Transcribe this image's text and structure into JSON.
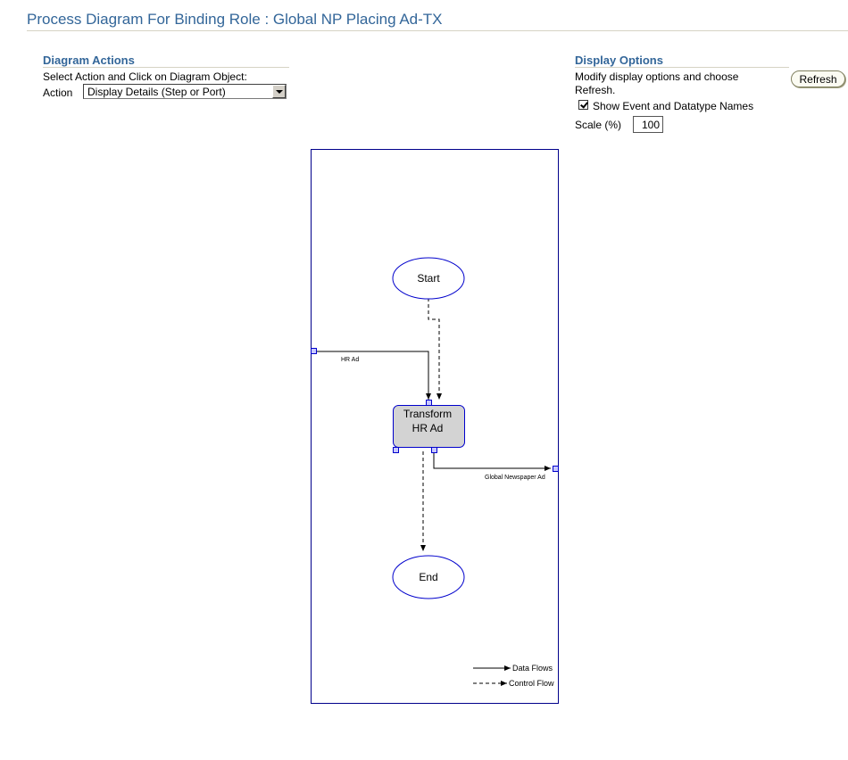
{
  "page": {
    "title": "Process Diagram For Binding Role : Global NP Placing Ad-TX"
  },
  "diagram_actions": {
    "header": "Diagram Actions",
    "instruction": "Select Action and Click on Diagram Object:",
    "action_label": "Action",
    "action_selected": "Display Details (Step or Port)"
  },
  "display_options": {
    "header": "Display Options",
    "description_line1": "Modify display options and choose",
    "description_line2": "Refresh.",
    "refresh_label": "Refresh",
    "show_names_label": "Show Event and Datatype Names",
    "show_names_checked": true,
    "scale_label": "Scale (%)",
    "scale_value": "100"
  },
  "diagram": {
    "nodes": {
      "start": "Start",
      "transform_line1": "Transform",
      "transform_line2": "HR Ad",
      "end": "End"
    },
    "flows": {
      "hr_ad": "HR Ad",
      "global_newspaper_ad": "Global Newspaper Ad"
    },
    "legend": {
      "data_flows": "Data Flows",
      "control_flow": "Control Flow"
    },
    "colors": {
      "frame": "#00008b",
      "node_fill_transform": "#d3d3d3",
      "port": "#0000cc"
    }
  }
}
